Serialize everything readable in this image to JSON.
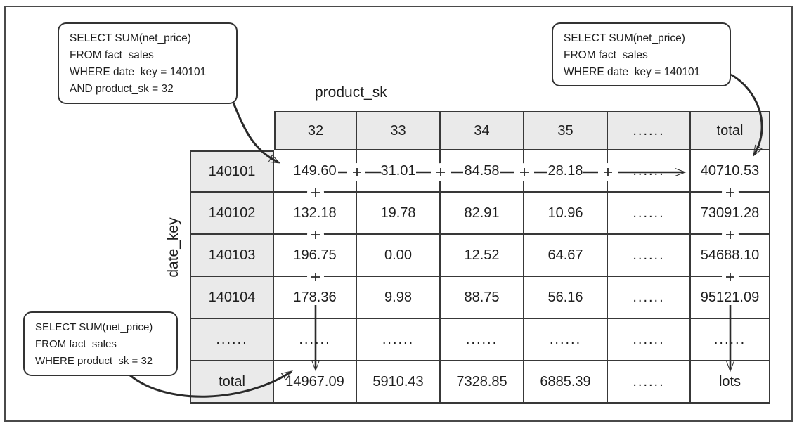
{
  "callouts": {
    "top_left": {
      "lines": [
        "SELECT SUM(net_price)",
        "FROM fact_sales",
        "WHERE date_key = 140101",
        "AND product_sk = 32"
      ]
    },
    "top_right": {
      "lines": [
        "SELECT SUM(net_price)",
        "FROM fact_sales",
        "WHERE date_key = 140101"
      ]
    },
    "bottom_left": {
      "lines": [
        "SELECT SUM(net_price)",
        "FROM fact_sales",
        "WHERE product_sk = 32"
      ]
    }
  },
  "axis_labels": {
    "columns": "product_sk",
    "rows": "date_key"
  },
  "table": {
    "column_headers": [
      "32",
      "33",
      "34",
      "35",
      "......",
      "total"
    ],
    "rows": [
      {
        "header": "140101",
        "cells": [
          "149.60",
          "31.01",
          "84.58",
          "28.18",
          "......",
          "40710.53"
        ]
      },
      {
        "header": "140102",
        "cells": [
          "132.18",
          "19.78",
          "82.91",
          "10.96",
          "......",
          "73091.28"
        ]
      },
      {
        "header": "140103",
        "cells": [
          "196.75",
          "0.00",
          "12.52",
          "64.67",
          "......",
          "54688.10"
        ]
      },
      {
        "header": "140104",
        "cells": [
          "178.36",
          "9.98",
          "88.75",
          "56.16",
          "......",
          "95121.09"
        ]
      },
      {
        "header": "......",
        "cells": [
          "......",
          "......",
          "......",
          "......",
          "......",
          "......"
        ]
      },
      {
        "header": "total",
        "cells": [
          "14967.09",
          "5910.43",
          "7328.85",
          "6885.39",
          "......",
          "lots"
        ]
      }
    ]
  },
  "icons": {
    "plus_circle": "+",
    "arrow": "→"
  },
  "colors": {
    "header_bg": "#eaeaea",
    "line": "#2a2a2a",
    "border": "#383838"
  }
}
